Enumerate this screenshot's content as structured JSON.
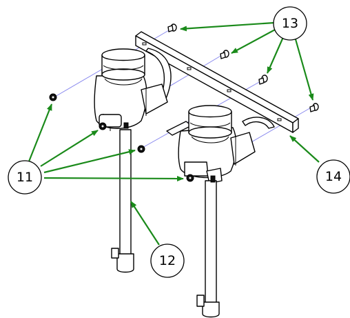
{
  "callouts": [
    {
      "id": "13",
      "label": "13"
    },
    {
      "id": "11",
      "label": "11"
    },
    {
      "id": "14",
      "label": "14"
    },
    {
      "id": "12",
      "label": "12"
    }
  ],
  "colors": {
    "leader_arrow": "#1a8a1a",
    "assembly_line": "#8888ee",
    "outline": "#000000",
    "background": "#ffffff"
  },
  "icons": {
    "arrowhead": "arrowhead-icon",
    "fastener": "bolt-icon"
  }
}
